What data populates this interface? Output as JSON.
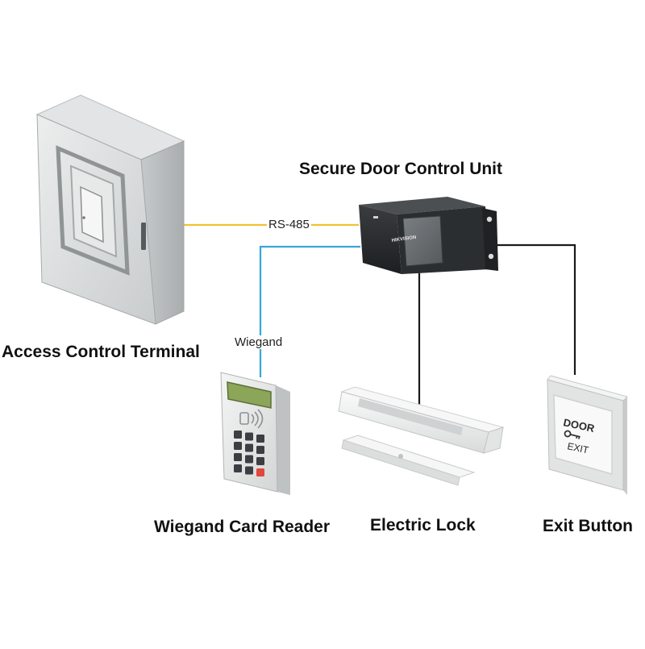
{
  "labels": {
    "secure_door_control_unit": "Secure Door Control Unit",
    "access_control_terminal": "Access Control Terminal",
    "wiegand_card_reader": "Wiegand Card Reader",
    "electric_lock": "Electric Lock",
    "exit_button": "Exit Button",
    "rs485": "RS-485",
    "wiegand": "Wiegand"
  },
  "device_text": {
    "brand": "HIKVISION",
    "exit_button_door": "DOOR",
    "exit_button_exit": "EXIT"
  },
  "colors": {
    "rs485_line": "#f2c230",
    "wiegand_line": "#3aa7d8",
    "wire_black": "#1a1a1a",
    "exit_key_red": "#e0483c"
  }
}
